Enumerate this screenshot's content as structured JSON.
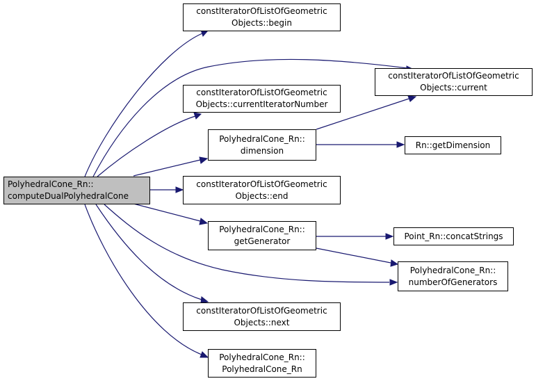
{
  "colors": {
    "edge": "#191970",
    "root_fill": "#bfbfbf",
    "node_fill": "#ffffff",
    "node_border": "#000000"
  },
  "nodes": {
    "root": {
      "line1": "PolyhedralCone_Rn::",
      "line2": "computeDualPolyhedralCone"
    },
    "begin": {
      "line1": "constIteratorOfListOfGeometric",
      "line2": "Objects::begin"
    },
    "current": {
      "line1": "constIteratorOfListOfGeometric",
      "line2": "Objects::current"
    },
    "current_iterator_number": {
      "line1": "constIteratorOfListOfGeometric",
      "line2": "Objects::currentIteratorNumber"
    },
    "dimension": {
      "line1": "PolyhedralCone_Rn::",
      "line2": "dimension"
    },
    "get_dimension": {
      "line1": "Rn::getDimension"
    },
    "end": {
      "line1": "constIteratorOfListOfGeometric",
      "line2": "Objects::end"
    },
    "get_generator": {
      "line1": "PolyhedralCone_Rn::",
      "line2": "getGenerator"
    },
    "concat_strings": {
      "line1": "Point_Rn::concatStrings"
    },
    "number_of_generators": {
      "line1": "PolyhedralCone_Rn::",
      "line2": "numberOfGenerators"
    },
    "next": {
      "line1": "constIteratorOfListOfGeometric",
      "line2": "Objects::next"
    },
    "constructor": {
      "line1": "PolyhedralCone_Rn::",
      "line2": "PolyhedralCone_Rn"
    }
  }
}
